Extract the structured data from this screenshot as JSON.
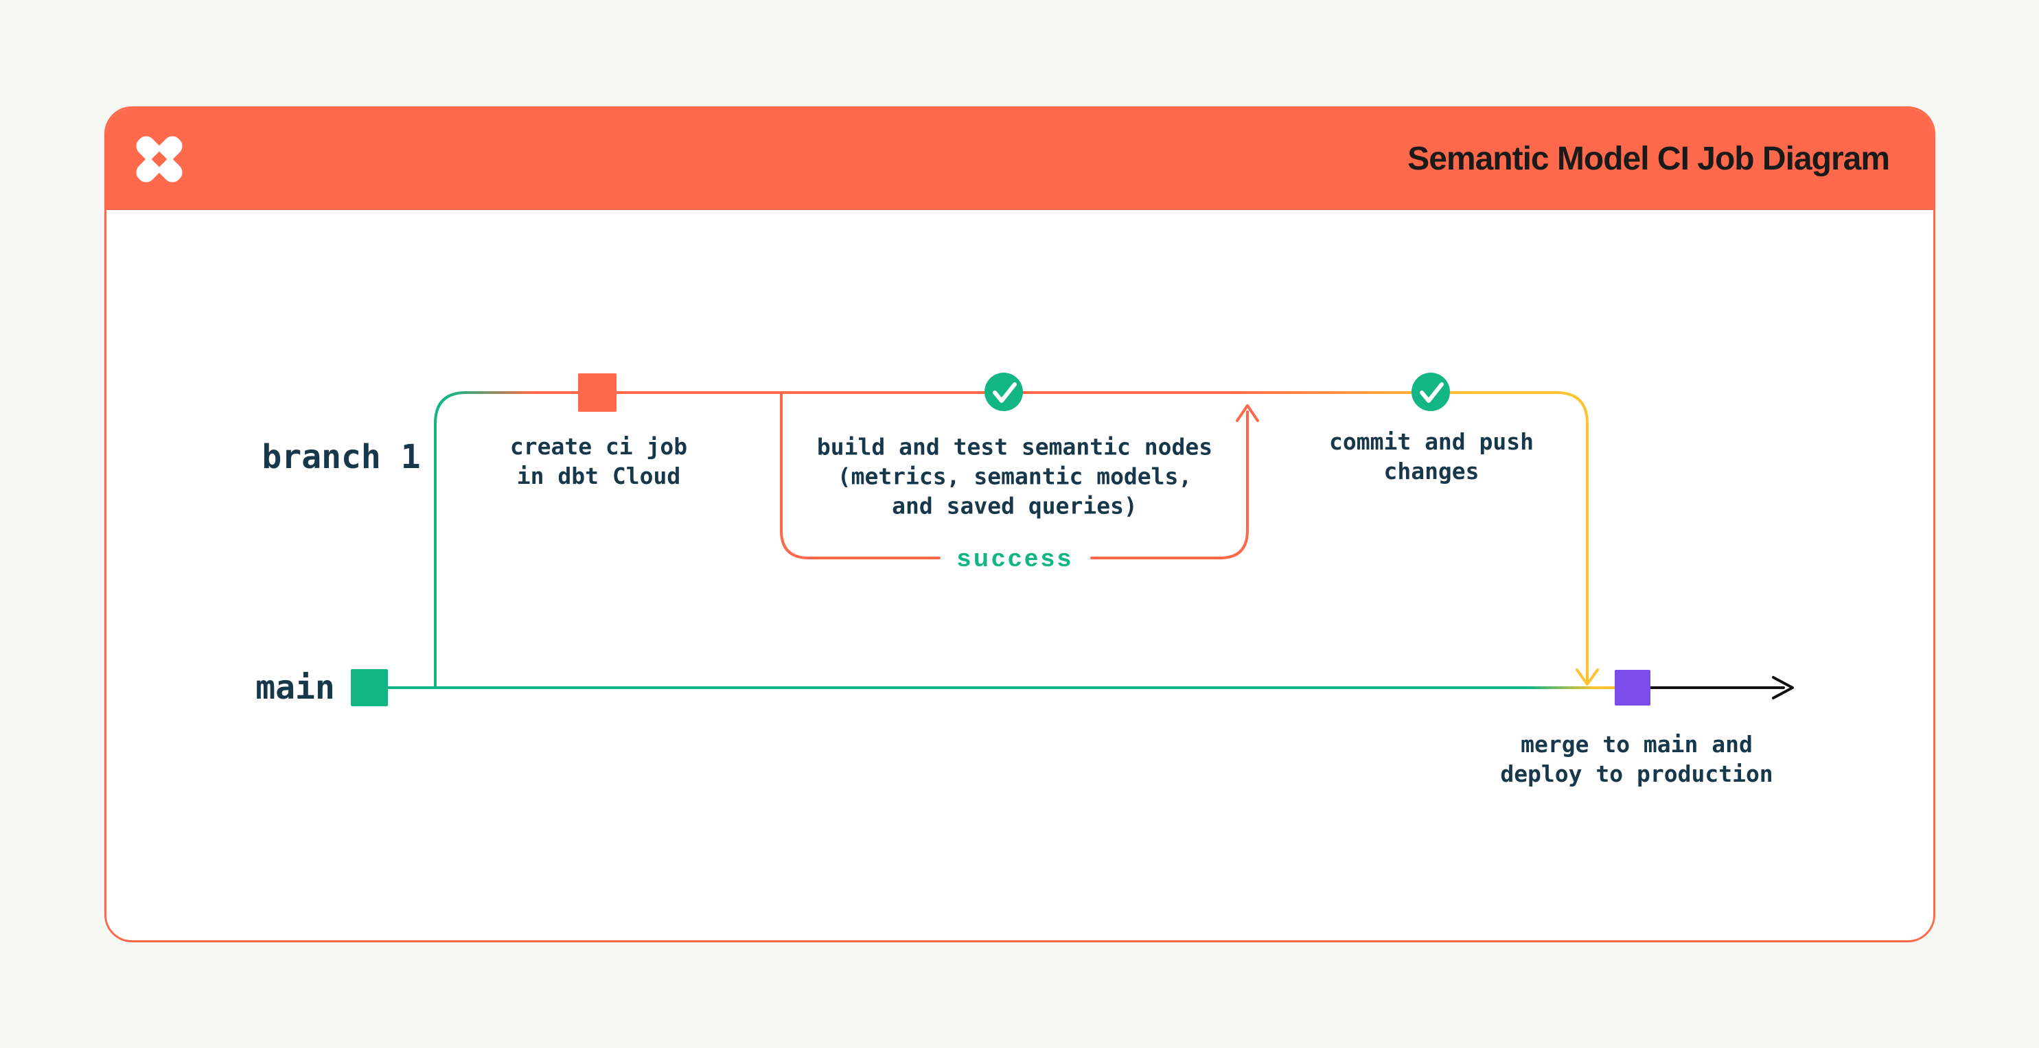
{
  "header": {
    "title": "Semantic Model CI Job Diagram"
  },
  "branches": {
    "branch1_label": "branch 1",
    "main_label": "main"
  },
  "steps": {
    "create_ci": {
      "line1": "create ci job",
      "line2": "in dbt Cloud"
    },
    "build_test": {
      "line1": "build and test semantic nodes",
      "line2": "(metrics, semantic models,",
      "line3": "and saved queries)"
    },
    "commit_push": {
      "line1": "commit and push",
      "line2": "changes"
    },
    "merge_deploy": {
      "line1": "merge to main and",
      "line2": "deploy to production"
    }
  },
  "annotations": {
    "success_label": "success"
  },
  "colors": {
    "header_orange": "#FF694B",
    "line_orange": "#FF694B",
    "teal_green": "#12B584",
    "yellow": "#FFC331",
    "purple": "#7C4BEA",
    "dark_text": "#16384A",
    "arrow_black": "#111111",
    "page_background": "#F7F7F4",
    "card_background": "#FFFFFF"
  },
  "icons": {
    "logo": "dbt-logo-icon",
    "check": "check-icon"
  }
}
